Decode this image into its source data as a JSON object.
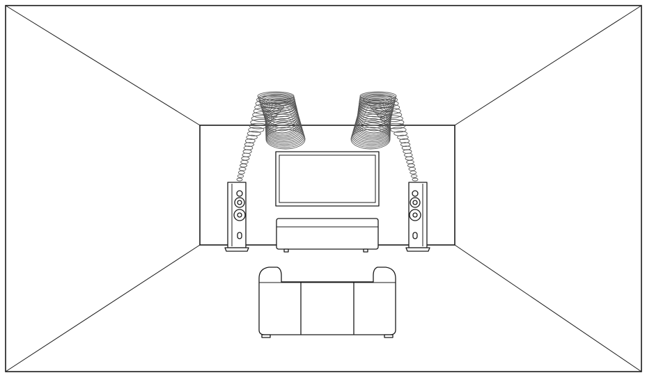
{
  "diagram": {
    "elements": [
      "room",
      "tv-screen",
      "media-console",
      "left-tower-speaker",
      "right-tower-speaker",
      "sofa",
      "left-ceiling-reflection",
      "right-ceiling-reflection"
    ],
    "line_color": "#1a1a1a",
    "ring_color": "#555555",
    "background": "#ffffff"
  }
}
